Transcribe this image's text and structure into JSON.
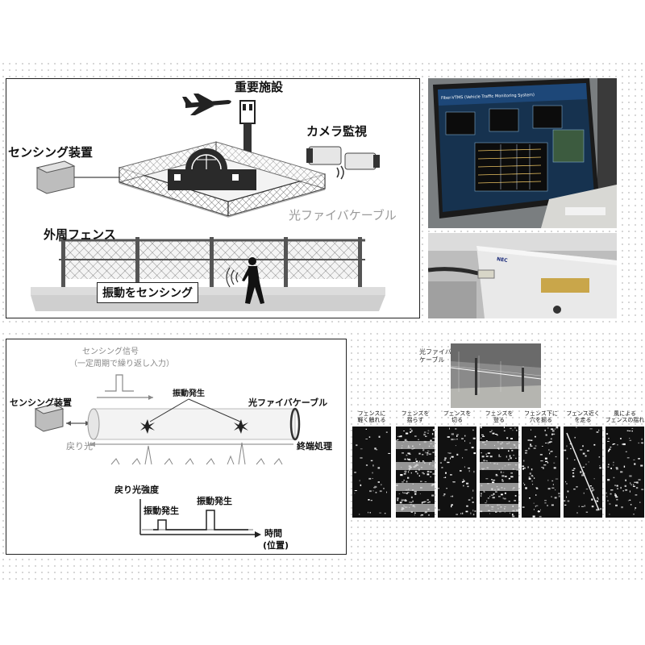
{
  "top_diagram": {
    "important_facility": "重要施設",
    "camera_monitoring": "カメラ監視",
    "sensing_device": "センシング装置",
    "optical_fiber_cable": "光ファイバケーブル",
    "perimeter_fence": "外周フェンス",
    "vibration_sensing": "振動をセンシング"
  },
  "monitor_photo": {
    "screen_title": "Fiber-VTMS (Vehicle Traffic Monitoring System)"
  },
  "device_photo": {
    "brand": "NEC"
  },
  "principle_diagram": {
    "sensing_signal": "センシング信号",
    "sensing_signal_note": "（一定周期で繰り返し入力）",
    "sensing_device": "センシング装置",
    "vibration_occurs": "振動発生",
    "optical_fiber_cable": "光ファイバケーブル",
    "return_light": "戻り光",
    "termination": "終端処理",
    "return_light_intensity": "戻り光強度",
    "vibration_1": "振動発生",
    "vibration_2": "振動発生",
    "time_axis": "時間",
    "position_axis": "(位置)"
  },
  "patterns": {
    "fence_photo_label": "光ファイバ\nケーブル",
    "labels": [
      "フェンスに\n軽く触れる",
      "フェンスを\n揺らす",
      "フェンスを\n切る",
      "フェンスを\n登る",
      "フェンス下に\n穴を掘る",
      "フェンス近く\nを走る",
      "風による\nフェンスの揺れ"
    ]
  }
}
